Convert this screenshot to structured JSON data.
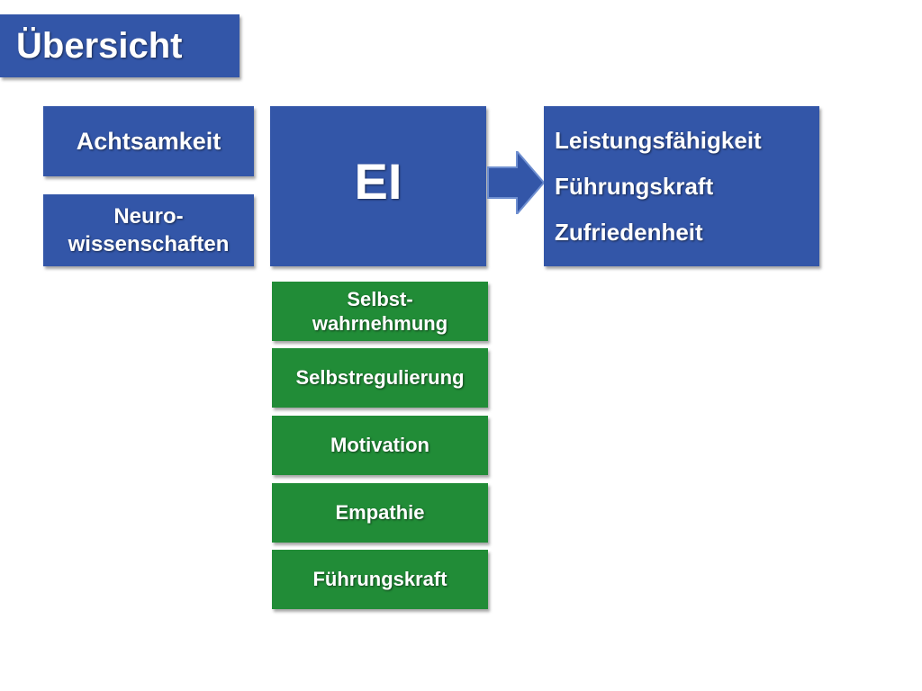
{
  "title": "Übersicht",
  "inputs": {
    "achtsamkeit": "Achtsamkeit",
    "neuro_line1": "Neuro-",
    "neuro_line2": "wissenschaften"
  },
  "center": {
    "label": "EI",
    "components": [
      {
        "line1": "Selbst-",
        "line2": "wahrnehmung"
      },
      {
        "line1": "Selbstregulierung"
      },
      {
        "line1": "Motivation"
      },
      {
        "line1": "Empathie"
      },
      {
        "line1": "Führungskraft"
      }
    ]
  },
  "outcomes": [
    "Leistungsfähigkeit",
    "Führungskraft",
    "Zufriedenheit"
  ],
  "colors": {
    "blue": "#3356a8",
    "green": "#218c37",
    "arrow": "#3356a8"
  }
}
